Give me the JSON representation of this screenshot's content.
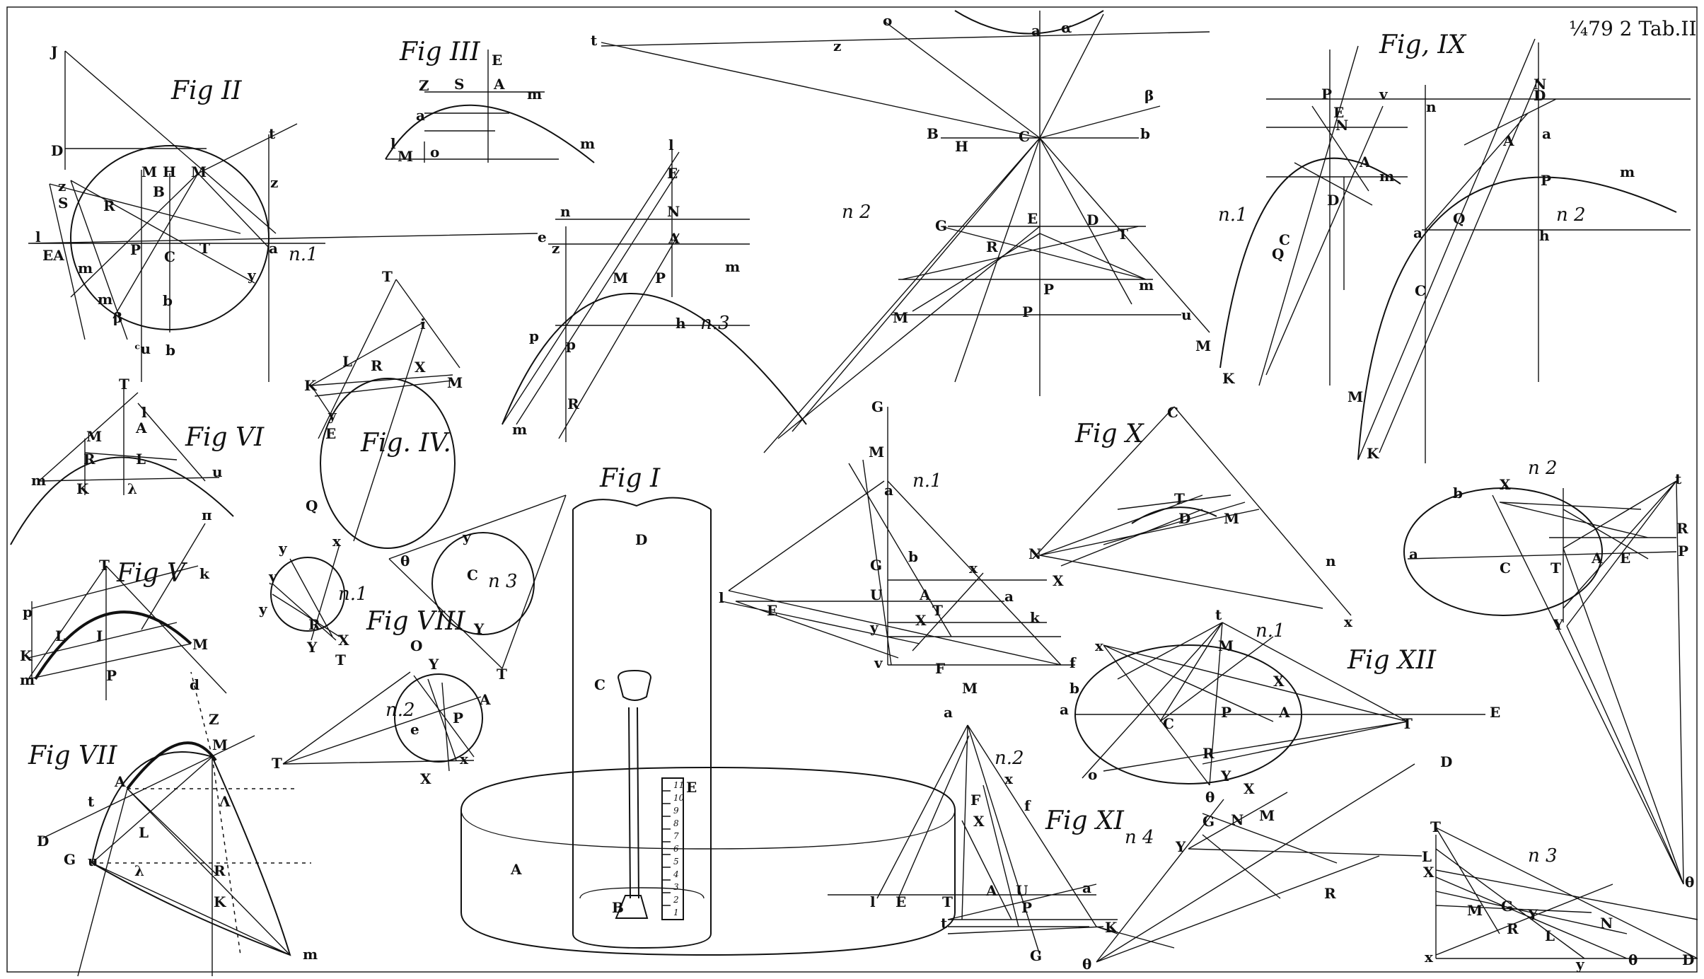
{
  "plate": {
    "number": "¼79 2 Tab.II"
  },
  "figures": {
    "fig1": {
      "title": "Fig  I",
      "labels": [
        "D",
        "C",
        "E",
        "B",
        "A"
      ],
      "scale": [
        "11",
        "10",
        "9",
        "8",
        "7",
        "6",
        "5",
        "4",
        "3",
        "2",
        "1"
      ]
    },
    "fig2": {
      "title": "Fig  II",
      "note": "n.1",
      "labels": [
        "J",
        "D",
        "M",
        "H",
        "M",
        "t",
        "z",
        "z",
        "S",
        "R",
        "B",
        "l",
        "EA",
        "P",
        "C",
        "T",
        "a",
        "e",
        "m",
        "m",
        "b",
        "β",
        "ᶜu",
        "b",
        "y"
      ]
    },
    "fig3": {
      "title": "Fig  III",
      "note": "n.3",
      "labels": [
        "E",
        "Z",
        "S",
        "A",
        "m",
        "a",
        "l",
        "M",
        "o",
        "m",
        "l",
        "E",
        "N",
        "n",
        "z",
        "A",
        "M",
        "P",
        "m",
        "h",
        "p",
        "p",
        "R",
        "m"
      ]
    },
    "fig4": {
      "title": "Fig. IV.",
      "labels": [
        "T",
        "i",
        "L",
        "R",
        "X",
        "K",
        "M",
        "y",
        "E",
        "Q"
      ]
    },
    "fig5": {
      "title": "Fig V",
      "labels": [
        "T",
        "π",
        "k",
        "p",
        "L",
        "I",
        "K",
        "M",
        "m",
        "P"
      ]
    },
    "fig6": {
      "title": "Fig  VI",
      "labels": [
        "T",
        "l",
        "M",
        "A",
        "R",
        "L",
        "m",
        "K",
        "λ",
        "u"
      ]
    },
    "fig7": {
      "title": "Fig  VII",
      "labels": [
        "d",
        "Z",
        "M",
        "A",
        "t",
        "Λ",
        "L",
        "D",
        "G",
        "u",
        "λ",
        "R",
        "K",
        "m"
      ]
    },
    "fig8": {
      "title": "Fig VIII",
      "notes": [
        "n.1",
        "n.2",
        "n 3"
      ],
      "labels": [
        "y",
        "x",
        "y",
        "y",
        "R",
        "X",
        "Y",
        "T",
        "O",
        "Y",
        "A",
        "e",
        "P",
        "T",
        "X",
        "x",
        "θ",
        "y",
        "C",
        "Y",
        "T"
      ]
    },
    "fig9": {
      "title": "Fig,  IX",
      "notes": [
        "n 2",
        "n.1",
        "n 2"
      ],
      "labels": [
        "a",
        "α",
        "t",
        "z",
        "o",
        "β",
        "B",
        "H",
        "C",
        "b",
        "G",
        "E",
        "D",
        "T",
        "R",
        "P",
        "M",
        "P",
        "u",
        "m",
        "E",
        "P",
        "v",
        "N",
        "A",
        "m",
        "D",
        "C",
        "Q",
        "M",
        "K",
        "N",
        "D",
        "a",
        "A",
        "m",
        "P",
        "a",
        "Q",
        "h",
        "C",
        "M",
        "K",
        "n"
      ]
    },
    "fig10": {
      "title": "Fig  X",
      "note": "n.1",
      "labels": [
        "C",
        "T",
        "D",
        "M",
        "N",
        "X",
        "n",
        "x",
        "G",
        "M",
        "a",
        "G",
        "b",
        "x",
        "U",
        "A",
        "T",
        "a",
        "y",
        "X",
        "k",
        "v",
        "F",
        "f",
        "l",
        "E"
      ]
    },
    "fig11": {
      "title": "Fig XI",
      "notes": [
        "n.2",
        "n 4"
      ],
      "labels": [
        "M",
        "a",
        "x",
        "F",
        "X",
        "f",
        "A",
        "U",
        "a",
        "T",
        "P",
        "t",
        "K",
        "G",
        "E",
        "l",
        "G",
        "N",
        "M",
        "Y",
        "L",
        "R",
        "θ",
        "D",
        "X"
      ]
    },
    "fig12": {
      "title": "Fig  XII",
      "notes": [
        "n.1",
        "n 2",
        "n 3"
      ],
      "labels": [
        "t",
        "x",
        "M",
        "b",
        "a",
        "C",
        "P",
        "A",
        "T",
        "E",
        "R",
        "Y",
        "o",
        "θ",
        "X",
        "X",
        "t",
        "b",
        "R",
        "a",
        "C",
        "T",
        "A",
        "E",
        "P",
        "Y",
        "θ",
        "T",
        "X",
        "M",
        "G",
        "Y",
        "R",
        "L",
        "N",
        "x",
        "y",
        "θ",
        "D"
      ]
    }
  }
}
